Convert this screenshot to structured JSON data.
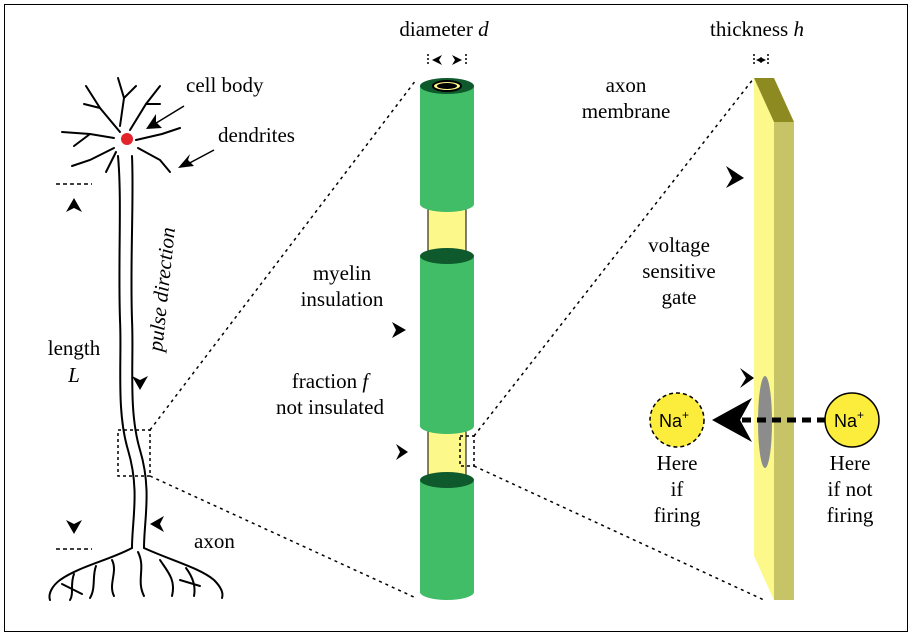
{
  "labels": {
    "diameter": "diameter",
    "diameter_var": "d",
    "thickness": "thickness",
    "thickness_var": "h",
    "cell_body": "cell body",
    "dendrites": "dendrites",
    "pulse_direction": "pulse direction",
    "length": "length",
    "length_var": "L",
    "axon": "axon",
    "myelin_1": "myelin",
    "myelin_2": "insulation",
    "fraction_1": "fraction",
    "fraction_var": "f",
    "fraction_2": "not insulated",
    "membrane_1": "axon",
    "membrane_2": "membrane",
    "gate_1": "voltage",
    "gate_2": "sensitive",
    "gate_3": "gate",
    "ion": "Na",
    "ion_charge": "+",
    "firing_1": "Here",
    "firing_2": "if",
    "firing_3": "firing",
    "notfiring_1": "Here",
    "notfiring_2": "if not",
    "notfiring_3": "firing"
  },
  "colors": {
    "myelin": "#41bd68",
    "myelin_dark": "#0f5a2c",
    "node": "#fcf98a",
    "membrane_face": "#fcf98a",
    "membrane_side": "#c7c468",
    "membrane_top": "#8d8a22",
    "gate": "#8c8c8c",
    "ion_fill": "#fced3c",
    "soma": "#e3242b"
  }
}
